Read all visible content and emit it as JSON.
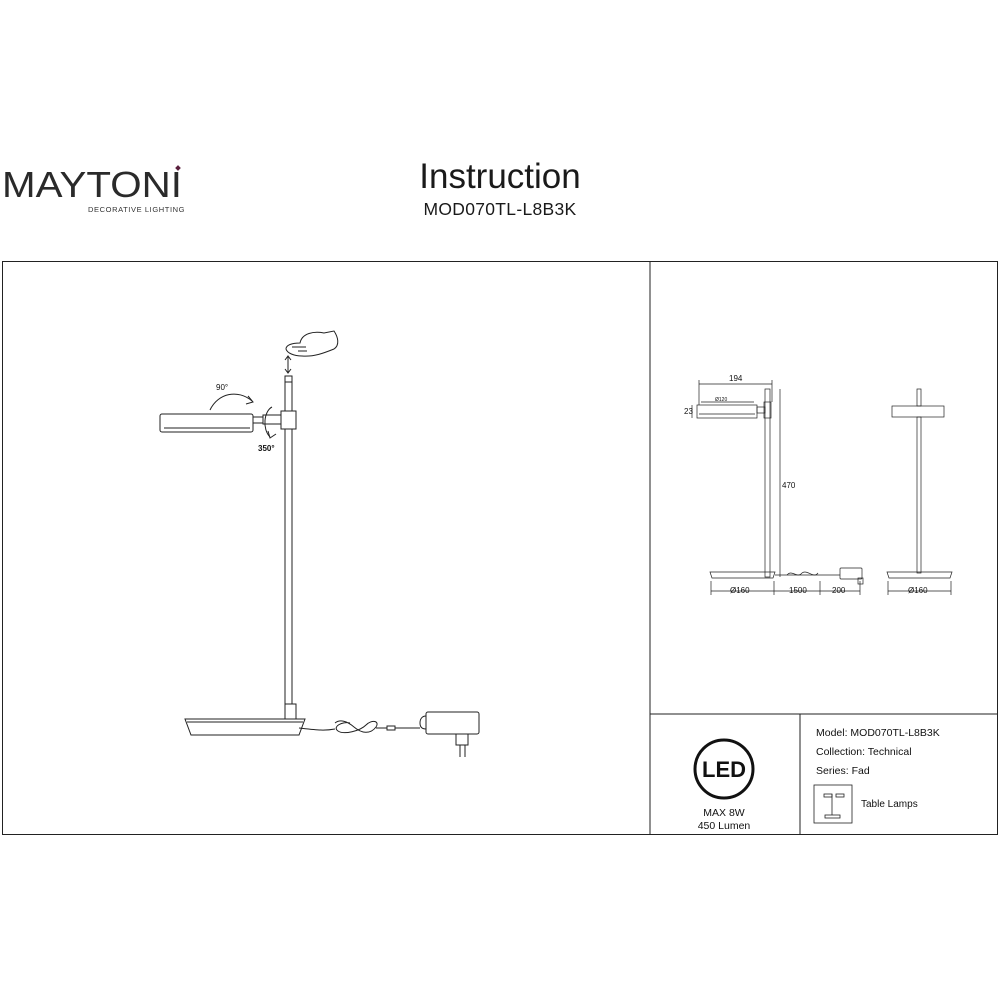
{
  "brand": {
    "name": "MAYTONI",
    "tagline": "DECORATIVE LIGHTING",
    "accent": "#5a1f3d"
  },
  "header": {
    "title": "Instruction",
    "model": "MOD070TL-L8B3K"
  },
  "assembly": {
    "rotation_vertical": "90°",
    "rotation_horizontal": "350°"
  },
  "dimensions": {
    "width": "194",
    "head_diameter": "Ø120",
    "head_height": "23",
    "height": "470",
    "base_diameter": "Ø160",
    "cable_length": "1500",
    "plug_length": "200",
    "side_base_diameter": "Ø160"
  },
  "specs": {
    "led_label": "LED",
    "power": "MAX 8W",
    "lumen": "450 Lumen"
  },
  "info": {
    "model": "Model: MOD070TL-L8B3K",
    "collection": "Collection: Technical",
    "series": "Series: Fad",
    "type": "Table Lamps"
  }
}
